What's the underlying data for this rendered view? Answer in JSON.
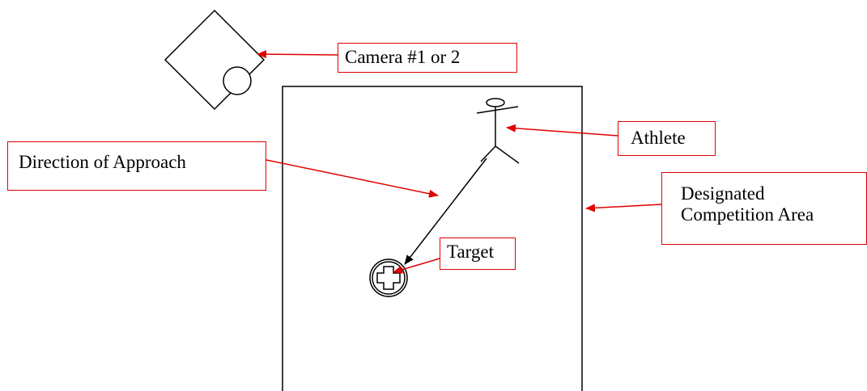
{
  "labels": {
    "camera": "Camera #1 or 2",
    "athlete": "Athlete",
    "direction": "Direction of Approach",
    "target": "Target",
    "area_line1": "Designated",
    "area_line2": "Competition Area"
  },
  "colors": {
    "callout_border": "#e00000",
    "callout_arrow": "#e00000",
    "diagram_stroke": "#000000"
  },
  "icons": [
    "camera-icon",
    "athlete-stick-figure",
    "target-icon",
    "arrow-icon"
  ]
}
